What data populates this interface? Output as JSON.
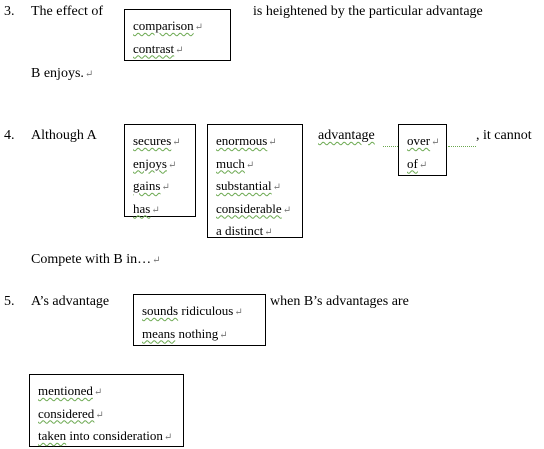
{
  "q3": {
    "num": "3.",
    "pre": "The effect of",
    "options": [
      "comparison",
      "contrast"
    ],
    "post": "is heightened by the particular advantage",
    "cont": "B enjoys."
  },
  "q4": {
    "num": "4.",
    "pre": "Although A",
    "verbs": [
      "secures",
      "enjoys",
      "gains",
      "has"
    ],
    "adjectives": [
      "enormous",
      "much",
      "substantial",
      "considerable",
      "a distinct"
    ],
    "mid": "advantage",
    "preps": [
      "over",
      "of"
    ],
    "post": ", it cannot",
    "cont": "Compete with B in…"
  },
  "q5": {
    "num": "5.",
    "pre": "A’s advantage",
    "options": [
      {
        "a": "sounds",
        "b": " ridiculous"
      },
      {
        "a": "means",
        "b": " nothing"
      }
    ],
    "post": "when B’s advantages are",
    "options2": [
      {
        "a": "mentioned",
        "b": ""
      },
      {
        "a": "considered",
        "b": ""
      },
      {
        "a": "taken",
        "b": " into consideration"
      }
    ]
  },
  "marks": {
    "para": "↵"
  }
}
